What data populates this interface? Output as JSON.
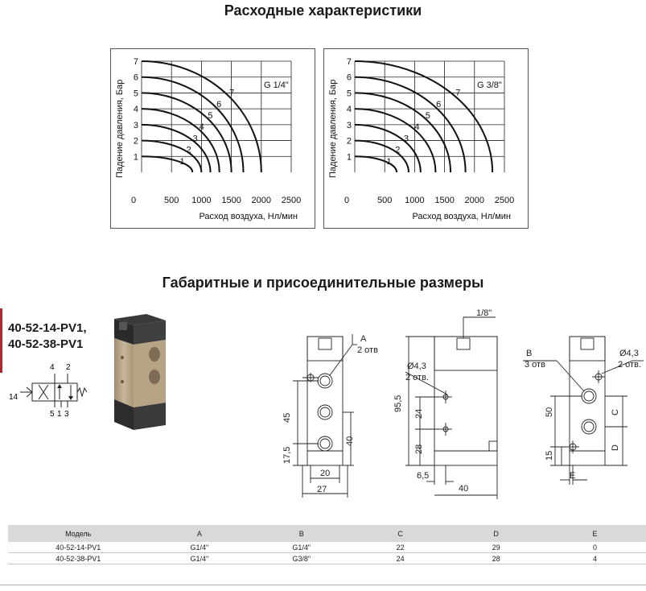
{
  "titles": {
    "flow": "Расходные характеристики",
    "dims": "Габаритные и присоединительные размеры"
  },
  "chart_data": [
    {
      "type": "line",
      "label": "G 1/4\"",
      "xlabel": "Расход воздуха, Нл/мин",
      "ylabel": "Падение давления, Бар",
      "xlim": [
        0,
        2500
      ],
      "ylim": [
        0,
        7
      ],
      "xticks": [
        "0",
        "500",
        "1000",
        "1500",
        "2000",
        "2500"
      ],
      "yticks": [
        "1",
        "2",
        "3",
        "4",
        "5",
        "6",
        "7"
      ],
      "grid": true,
      "series": [
        {
          "name": "1",
          "x_at_zero": 850
        },
        {
          "name": "2",
          "x_at_zero": 1000
        },
        {
          "name": "3",
          "x_at_zero": 1150
        },
        {
          "name": "4",
          "x_at_zero": 1300
        },
        {
          "name": "5",
          "x_at_zero": 1500
        },
        {
          "name": "6",
          "x_at_zero": 1700
        },
        {
          "name": "7",
          "x_at_zero": 2000
        }
      ]
    },
    {
      "type": "line",
      "label": "G 3/8\"",
      "xlabel": "Расход воздуха, Нл/мин",
      "ylabel": "Падение давления, Бар",
      "xlim": [
        0,
        2500
      ],
      "ylim": [
        0,
        7
      ],
      "xticks": [
        "0",
        "500",
        "1000",
        "1500",
        "2000",
        "2500"
      ],
      "yticks": [
        "1",
        "2",
        "3",
        "4",
        "5",
        "6",
        "7"
      ],
      "grid": true,
      "series": [
        {
          "name": "1",
          "x_at_zero": 700
        },
        {
          "name": "2",
          "x_at_zero": 900
        },
        {
          "name": "3",
          "x_at_zero": 1100
        },
        {
          "name": "4",
          "x_at_zero": 1350
        },
        {
          "name": "5",
          "x_at_zero": 1600
        },
        {
          "name": "6",
          "x_at_zero": 1850
        },
        {
          "name": "7",
          "x_at_zero": 2300
        }
      ]
    }
  ],
  "models": {
    "line1": "40-52-14-PV1,",
    "line2": "40-52-38-PV1"
  },
  "symbol": {
    "port14": "14",
    "port4": "4",
    "port2": "2",
    "port5": "5",
    "port1": "1",
    "port3": "3"
  },
  "drawing": {
    "a_label": "A",
    "a_count": "2 отв",
    "dim45": "45",
    "dim17_5": "17,5",
    "dim40v": "40",
    "dim20": "20",
    "dim27": "27",
    "thread": "1/8\"",
    "hole_d": "Ø4,3",
    "hole_count": "2 отв.",
    "dim95_5": "95,5",
    "dim24": "24",
    "dim28": "28",
    "dim6_5": "6,5",
    "dim40h": "40",
    "b_label": "B",
    "b_count": "3 отв",
    "hole_d2": "Ø4,3",
    "hole_count2": "2 отв.",
    "dim50": "50",
    "dim15": "15",
    "c_label": "C",
    "d_label": "D",
    "e_label": "E"
  },
  "table": {
    "headers": [
      "Модель",
      "A",
      "B",
      "C",
      "D",
      "E"
    ],
    "rows": [
      [
        "40-52-14-PV1",
        "G1/4\"",
        "G1/4\"",
        "22",
        "29",
        "0"
      ],
      [
        "40-52-38-PV1",
        "G1/4\"",
        "G3/8\"",
        "24",
        "28",
        "4"
      ]
    ]
  }
}
